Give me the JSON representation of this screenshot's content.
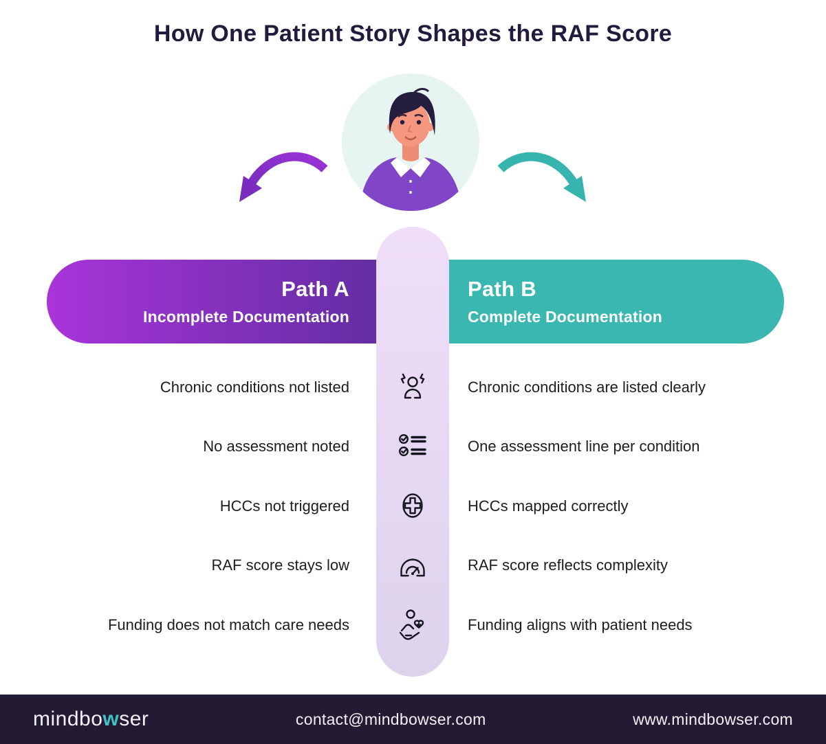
{
  "title": "How One Patient Story Shapes the RAF Score",
  "paths": {
    "a": {
      "name": "Path A",
      "subtitle": "Incomplete Documentation"
    },
    "b": {
      "name": "Path B",
      "subtitle": "Complete Documentation"
    }
  },
  "rows": [
    {
      "icon": "stressed-person-icon",
      "left": "Chronic conditions not listed",
      "right": "Chronic conditions are listed clearly"
    },
    {
      "icon": "checklist-icon",
      "left": "No assessment noted",
      "right": "One assessment line per condition"
    },
    {
      "icon": "medical-cross-icon",
      "left": "HCCs not triggered",
      "right": "HCCs mapped correctly"
    },
    {
      "icon": "gauge-icon",
      "left": "RAF score stays low",
      "right": "RAF score reflects complexity"
    },
    {
      "icon": "hand-heart-icon",
      "left": "Funding does not match care needs",
      "right": "Funding aligns with patient needs"
    }
  ],
  "footer": {
    "logo_pre": "mindbo",
    "logo_accent": "w",
    "logo_post": "ser",
    "email": "contact@mindbowser.com",
    "website": "www.mindbowser.com"
  },
  "colors": {
    "title_text": "#241a3d",
    "path_a_gradient_start": "#a934da",
    "path_a_gradient_end": "#5b2d9d",
    "path_b_teal": "#3ab7b0",
    "center_column": "#e5daf1",
    "avatar_circle_bg": "#e6f5f2",
    "footer_bg": "#231a33",
    "logo_accent": "#3fc1c6",
    "body_text": "#1d1d1f"
  }
}
